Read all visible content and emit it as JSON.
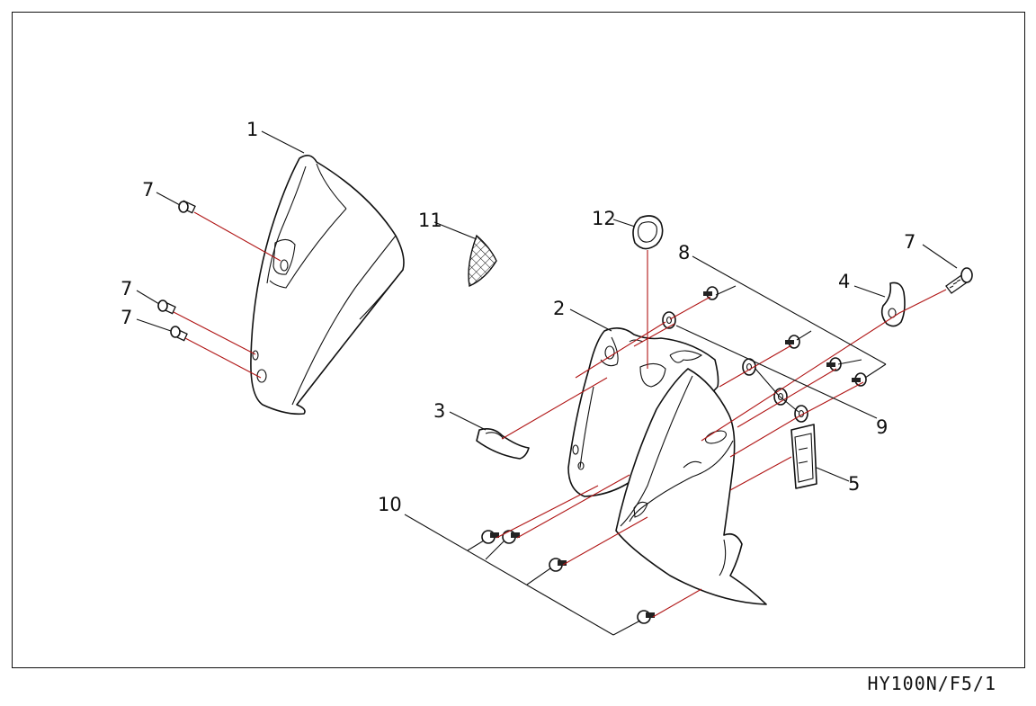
{
  "drawing_code": "HY100N/F5/1",
  "callouts": [
    {
      "id": "c1",
      "text": "1"
    },
    {
      "id": "c2",
      "text": "2"
    },
    {
      "id": "c3",
      "text": "3"
    },
    {
      "id": "c4",
      "text": "4"
    },
    {
      "id": "c5",
      "text": "5"
    },
    {
      "id": "c7a",
      "text": "7"
    },
    {
      "id": "c7b",
      "text": "7"
    },
    {
      "id": "c7c",
      "text": "7"
    },
    {
      "id": "c7d",
      "text": "7"
    },
    {
      "id": "c8",
      "text": "8"
    },
    {
      "id": "c9",
      "text": "9"
    },
    {
      "id": "c10",
      "text": "10"
    },
    {
      "id": "c11",
      "text": "11"
    },
    {
      "id": "c12",
      "text": "12"
    }
  ]
}
